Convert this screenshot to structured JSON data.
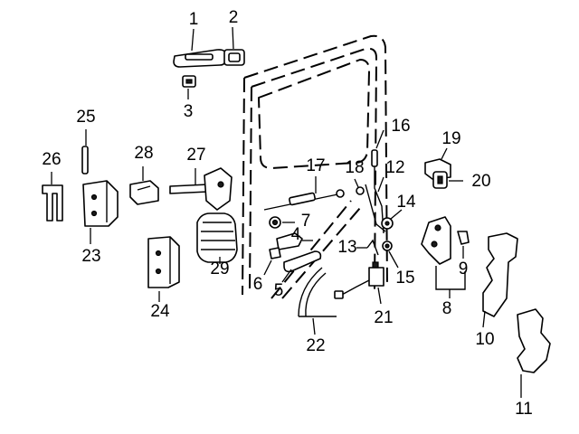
{
  "diagram": {
    "callouts": {
      "c1": "1",
      "c2": "2",
      "c3": "3",
      "c4": "4",
      "c5": "5",
      "c6": "6",
      "c7": "7",
      "c8": "8",
      "c9": "9",
      "c10": "10",
      "c11": "11",
      "c12": "12",
      "c13": "13",
      "c14": "14",
      "c15": "15",
      "c16": "16",
      "c17": "17",
      "c18": "18",
      "c19": "19",
      "c20": "20",
      "c21": "21",
      "c22": "22",
      "c23": "23",
      "c24": "24",
      "c25": "25",
      "c26": "26",
      "c27": "27",
      "c28": "28",
      "c29": "29"
    }
  }
}
